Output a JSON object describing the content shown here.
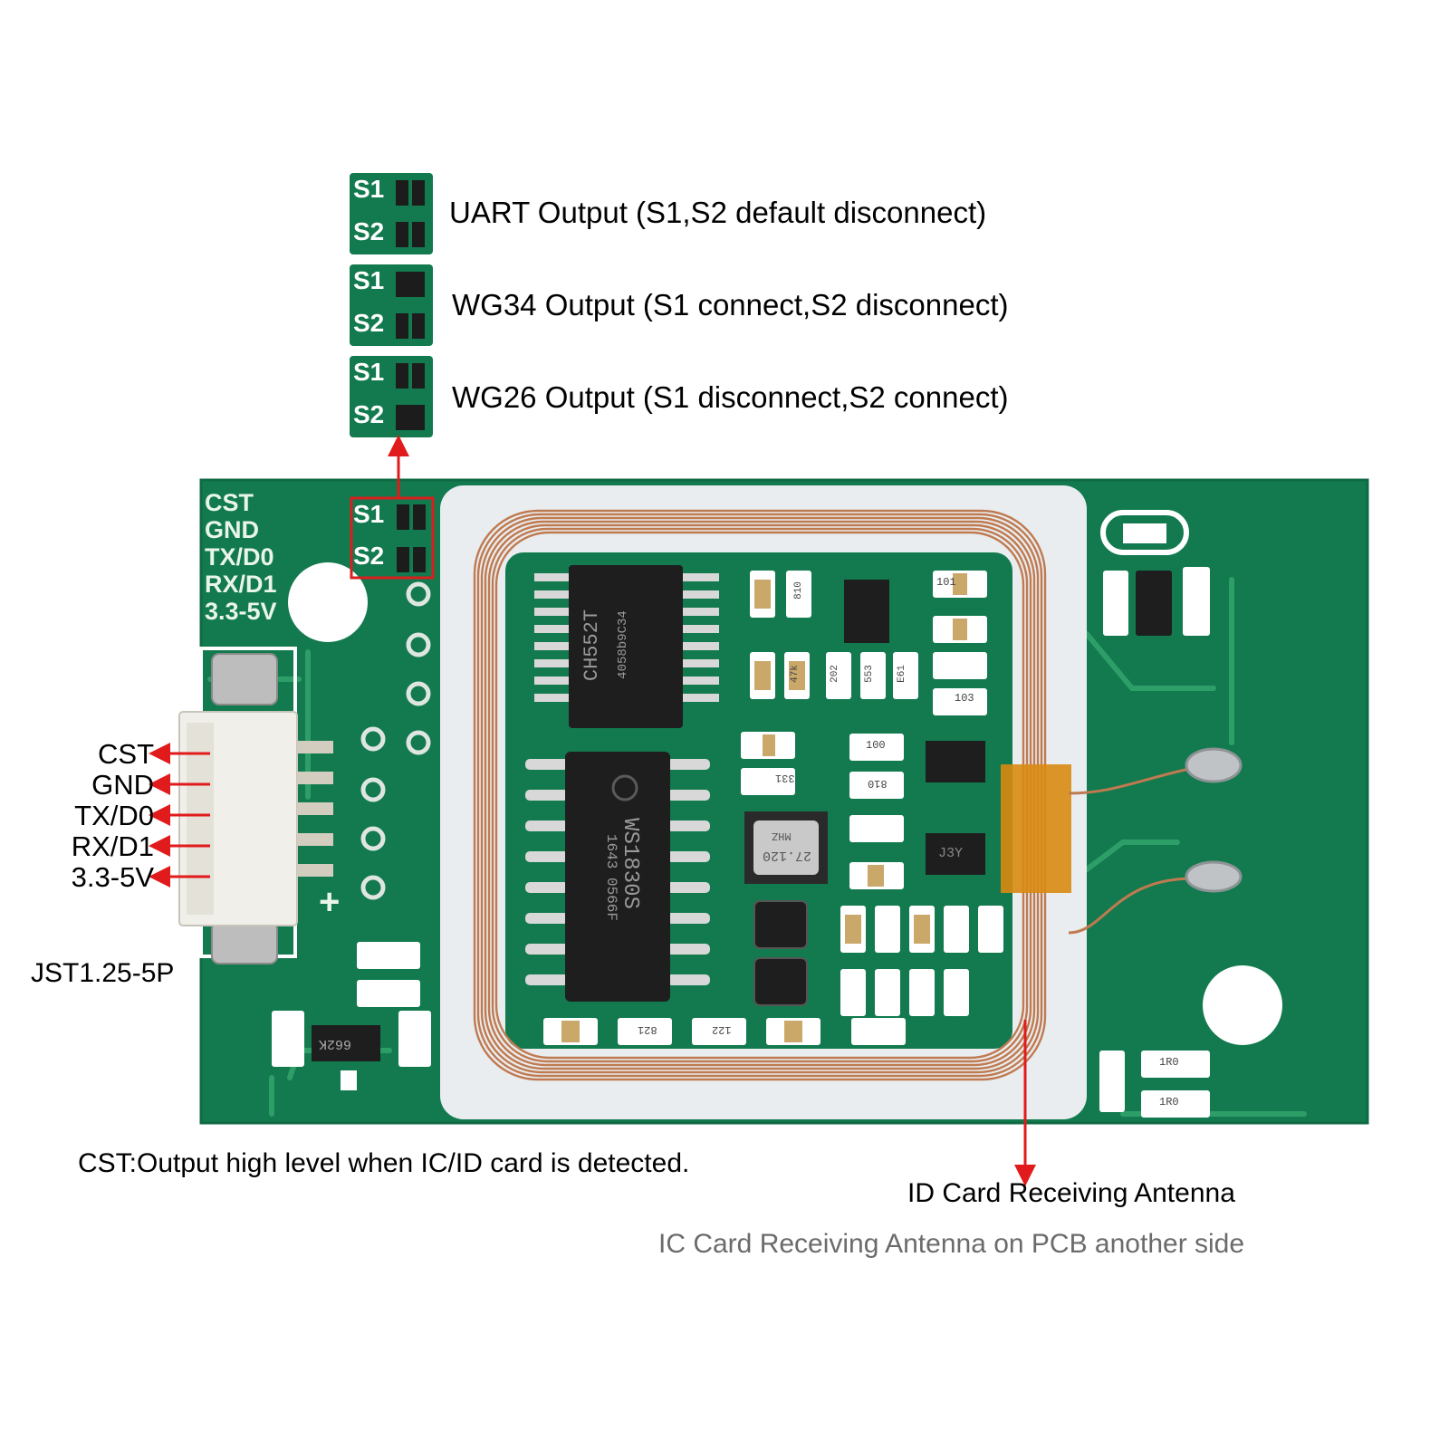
{
  "modes": [
    {
      "label": "UART Output (S1,S2 default disconnect)",
      "s1_bridged": false,
      "s2_bridged": false
    },
    {
      "label": "WG34 Output (S1 connect,S2 disconnect)",
      "s1_bridged": true,
      "s2_bridged": false
    },
    {
      "label": "WG26 Output (S1 disconnect,S2 connect)",
      "s1_bridged": false,
      "s2_bridged": true
    }
  ],
  "jumper_labels": {
    "s1": "S1",
    "s2": "S2"
  },
  "pins": [
    "CST",
    "GND",
    "TX/D0",
    "RX/D1",
    "3.3-5V"
  ],
  "silkscreen_pins": [
    "CST",
    "GND",
    "TX/D0",
    "RX/D1",
    "3.3-5V"
  ],
  "connector_label": "JST1.25-5P",
  "plus_mark": "+",
  "chips": {
    "chip1_line1": "CH552T",
    "chip1_line2": "4058b9C34",
    "chip2_line1": "WS1830S",
    "chip2_line2": "1643  0566F",
    "crystal_line1": "27.120",
    "crystal_line2": "MHZ"
  },
  "resistor_codes": [
    "810",
    "101",
    "47k",
    "202",
    "553",
    "E61",
    "103",
    "100",
    "331",
    "810",
    "821",
    "122",
    "662K",
    "1R0",
    "1R0",
    "J3Y"
  ],
  "notes": {
    "cst_note": "CST:Output high level when IC/ID card is detected.",
    "antenna_id": "ID Card Receiving Antenna",
    "antenna_ic": "IC Card Receiving Antenna on PCB another side"
  },
  "colors": {
    "pcb_green": "#127a4e",
    "pcb_trace": "#2e9e68",
    "arrow_red": "#e11b1b",
    "coil_copper": "#c07a50",
    "highlight_box": "#d91e1e"
  }
}
